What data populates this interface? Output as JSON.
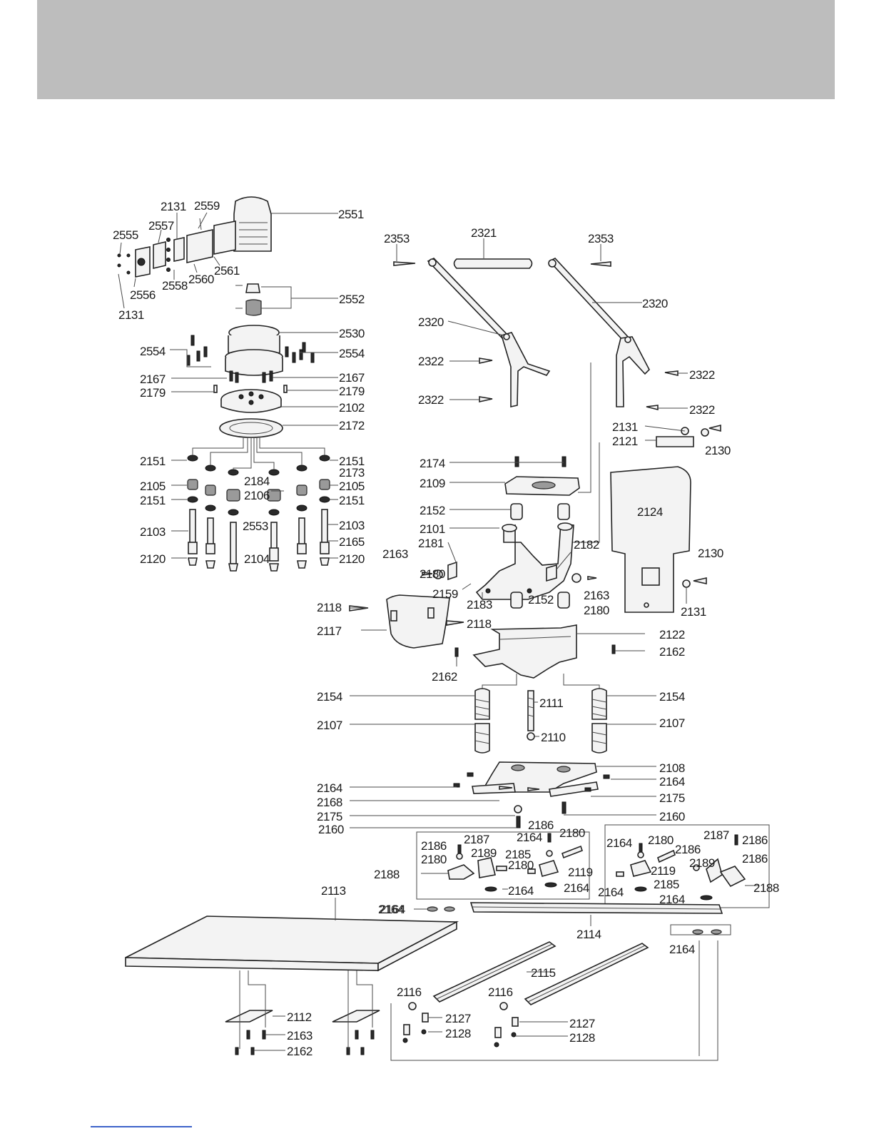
{
  "page": {
    "header_band_color": "#bdbdbd",
    "footer_rule_color": "#3d63c9"
  },
  "diagram": {
    "labels": [
      "2551",
      "2131",
      "2559",
      "2557",
      "2555",
      "2556",
      "2131",
      "2558",
      "2560",
      "2561",
      "2552",
      "2530",
      "2554",
      "2554",
      "2167",
      "2167",
      "2179",
      "2179",
      "2102",
      "2172",
      "2151",
      "2151",
      "2184",
      "2173",
      "2105",
      "2106",
      "2105",
      "2151",
      "2151",
      "2553",
      "2103",
      "2103",
      "2165",
      "2120",
      "2104",
      "2120",
      "2321",
      "2353",
      "2353",
      "2320",
      "2320",
      "2322",
      "2322",
      "2322",
      "2322",
      "2131",
      "2121",
      "2130",
      "2174",
      "2109",
      "2124",
      "2152",
      "2101",
      "2181",
      "2182",
      "2163",
      "2180",
      "2130",
      "2159",
      "2183",
      "2163",
      "2152",
      "2180",
      "2131",
      "2118",
      "2118",
      "2117",
      "2122",
      "2162",
      "2162",
      "2154",
      "2154",
      "2111",
      "2107",
      "2107",
      "2110",
      "2108",
      "2164",
      "2164",
      "2168",
      "2175",
      "2175",
      "2160",
      "2160",
      "2186",
      "2164",
      "2180",
      "2186",
      "2187",
      "2180",
      "2186",
      "2180",
      "2189",
      "2185",
      "2164",
      "2186",
      "2187",
      "2186",
      "2188",
      "2119",
      "2119",
      "2185",
      "2189",
      "2180",
      "2188",
      "2164",
      "2164",
      "2164",
      "2164",
      "2164",
      "2113",
      "2164",
      "2114",
      "2164",
      "2115",
      "2116",
      "2116",
      "2112",
      "2127",
      "2127",
      "2128",
      "2128",
      "2163",
      "2162"
    ]
  }
}
